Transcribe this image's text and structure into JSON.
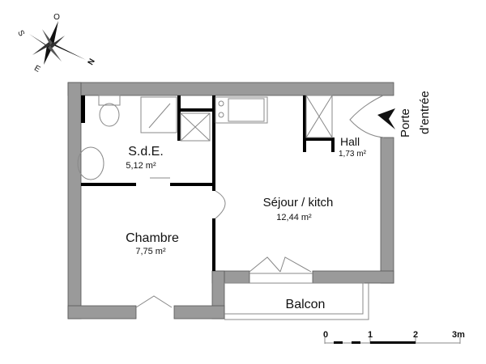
{
  "compass": {
    "north": "N",
    "south": "S",
    "east": "E",
    "west": "O"
  },
  "rooms": [
    {
      "name": "S.d.E.",
      "area": "5,12 m²"
    },
    {
      "name": "Hall",
      "area": "1,73 m²"
    },
    {
      "name": "Séjour / kitch",
      "area": "12,44 m²"
    },
    {
      "name": "Chambre",
      "area": "7,75 m²"
    },
    {
      "name": "Balcon",
      "area": ""
    }
  ],
  "entrance": {
    "line1": "Porte",
    "line2": "d'entrée"
  },
  "scale_bar": {
    "ticks": [
      "0",
      "1",
      "2",
      "3m"
    ]
  },
  "colors": {
    "wall": "#9a9a9a",
    "partition": "#000000",
    "fixture": "#888888"
  }
}
